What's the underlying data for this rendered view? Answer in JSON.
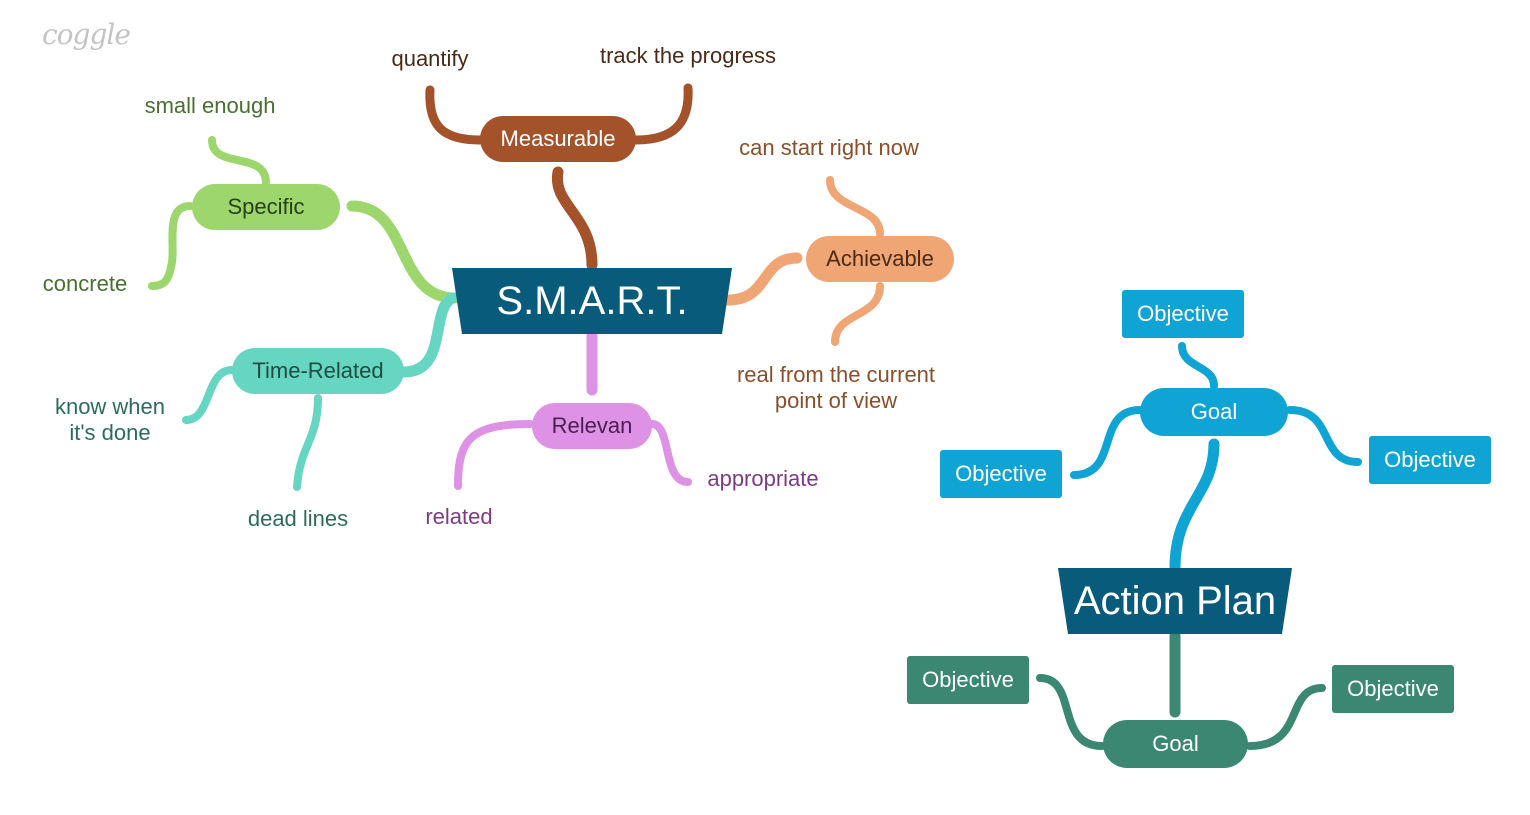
{
  "logo": "coggle",
  "colors": {
    "root": "#085b7a",
    "green": "#9dd66c",
    "green_text": "#4a6e31",
    "brown": "#a3522a",
    "brown_text": "#4a2a18",
    "orange": "#f0a574",
    "orange_text": "#8a4f2a",
    "teal": "#66d6c2",
    "teal_text": "#2c6c5c",
    "pink": "#dd92e6",
    "pink_text": "#7e3a84",
    "blue": "#0fa4d3",
    "dark_green": "#3b8771"
  },
  "smart": {
    "root": "S.M.A.R.T.",
    "specific": {
      "label": "Specific",
      "children": [
        "small enough",
        "concrete"
      ]
    },
    "measurable": {
      "label": "Measurable",
      "children": [
        "quantify",
        "track the progress"
      ]
    },
    "achievable": {
      "label": "Achievable",
      "children": [
        "can start right now",
        "real from the current point of view"
      ]
    },
    "relevant": {
      "label": "Relevan",
      "children": [
        "related",
        "appropriate"
      ]
    },
    "time_related": {
      "label": "Time-Related",
      "children": [
        "know when it's done",
        "dead lines"
      ]
    }
  },
  "action_plan": {
    "root": "Action Plan",
    "goal_top": {
      "label": "Goal",
      "objectives": [
        "Objective",
        "Objective",
        "Objective"
      ]
    },
    "goal_bottom": {
      "label": "Goal",
      "objectives": [
        "Objective",
        "Objective"
      ]
    }
  }
}
